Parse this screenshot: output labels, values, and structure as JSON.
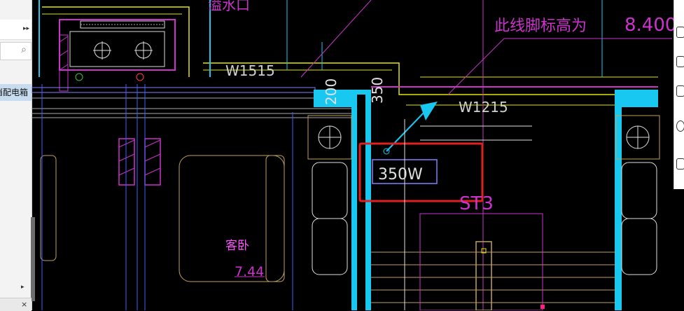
{
  "left_panel": {
    "expand_glyph": "▸▸",
    "search_icon": "⌕",
    "highlighted_item": "消配电箱",
    "arrow_glyph": "▸",
    "close_glyph": "×"
  },
  "right_toolbar": {
    "icons": [
      "folder-icon",
      "folder-icon",
      "folder-icon",
      "circle-icon",
      "list-icon"
    ]
  },
  "drawing": {
    "top_label_partial": "溢水口",
    "note_text": "此线脚标高为",
    "elevation": "8.400",
    "window_left": "W1515",
    "window_right": "W1215",
    "dim_200": "200",
    "dim_350": "350",
    "tag_350w": "350W",
    "stair_tag": "ST3",
    "room_name": "客卧",
    "room_area": "7.44",
    "colors": {
      "background": "#000000",
      "magenta": "#cc33cc",
      "yellow": "#e6e600",
      "cyan": "#18c8f0",
      "red_box": "#e02020",
      "tan": "#c0a060",
      "blue": "#4040ff",
      "white": "#dcdcdc"
    }
  }
}
